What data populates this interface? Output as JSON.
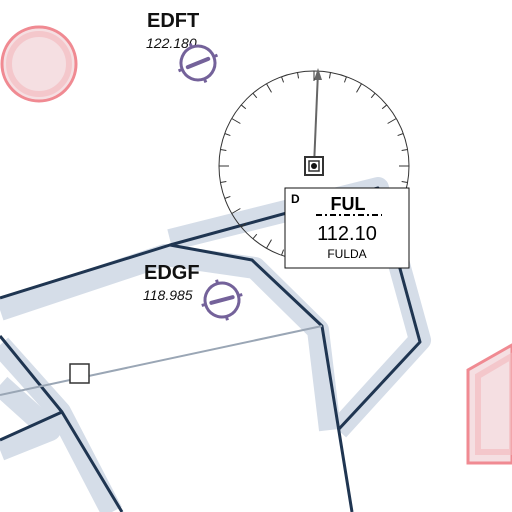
{
  "map": {
    "colors": {
      "airway_fill": "#d5dde8",
      "airway_edge": "#1f3551",
      "restricted_fill": "#f5dfe2",
      "restricted_edge": "#f08a92",
      "airport_symbol": "#74629a",
      "compass": "#333333",
      "route_line": "#9aa6b5"
    },
    "airports": [
      {
        "icao": "EDFT",
        "frequency": "122.180"
      },
      {
        "icao": "EDGF",
        "frequency": "118.985"
      }
    ],
    "vor": {
      "class": "D",
      "ident": "FUL",
      "morse": "·−·· ··− ·−··",
      "frequency": "112.10",
      "name": "FULDA"
    },
    "icons": [
      "vor-dme-icon",
      "airport-icon",
      "reporting-point-icon",
      "compass-rose-icon"
    ]
  }
}
